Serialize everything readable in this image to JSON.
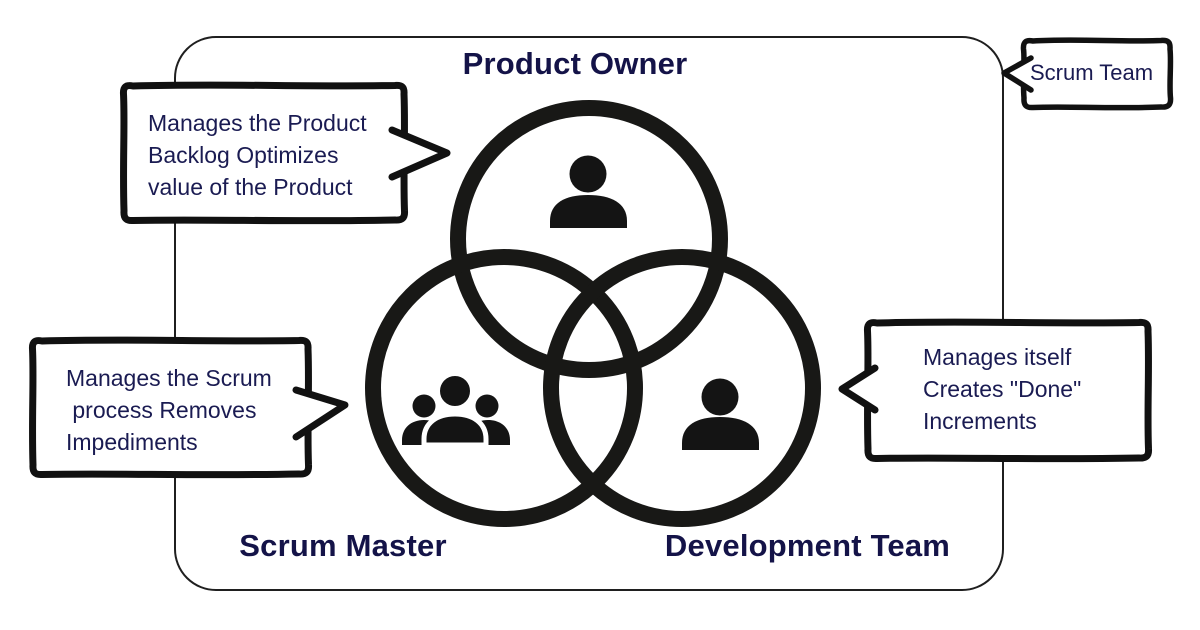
{
  "diagram": {
    "title": "Scrum Team roles venn diagram",
    "frame_tag": "Scrum Team",
    "roles": {
      "product_owner": {
        "label": "Product Owner",
        "icon": "person-icon",
        "callout": "Manages the Product\nBacklog Optimizes\nvalue of the Product"
      },
      "scrum_master": {
        "label": "Scrum Master",
        "icon": "group-icon",
        "callout": "Manages the Scrum\n process Removes\nImpediments"
      },
      "development_team": {
        "label": "Development Team",
        "icon": "person-icon",
        "callout": "Manages itself\nCreates \"Done\"\nIncrements"
      }
    },
    "colors": {
      "ink": "#161613",
      "navy_text": "#1a1b52",
      "heading_navy": "#141348",
      "background": "#ffffff"
    }
  }
}
